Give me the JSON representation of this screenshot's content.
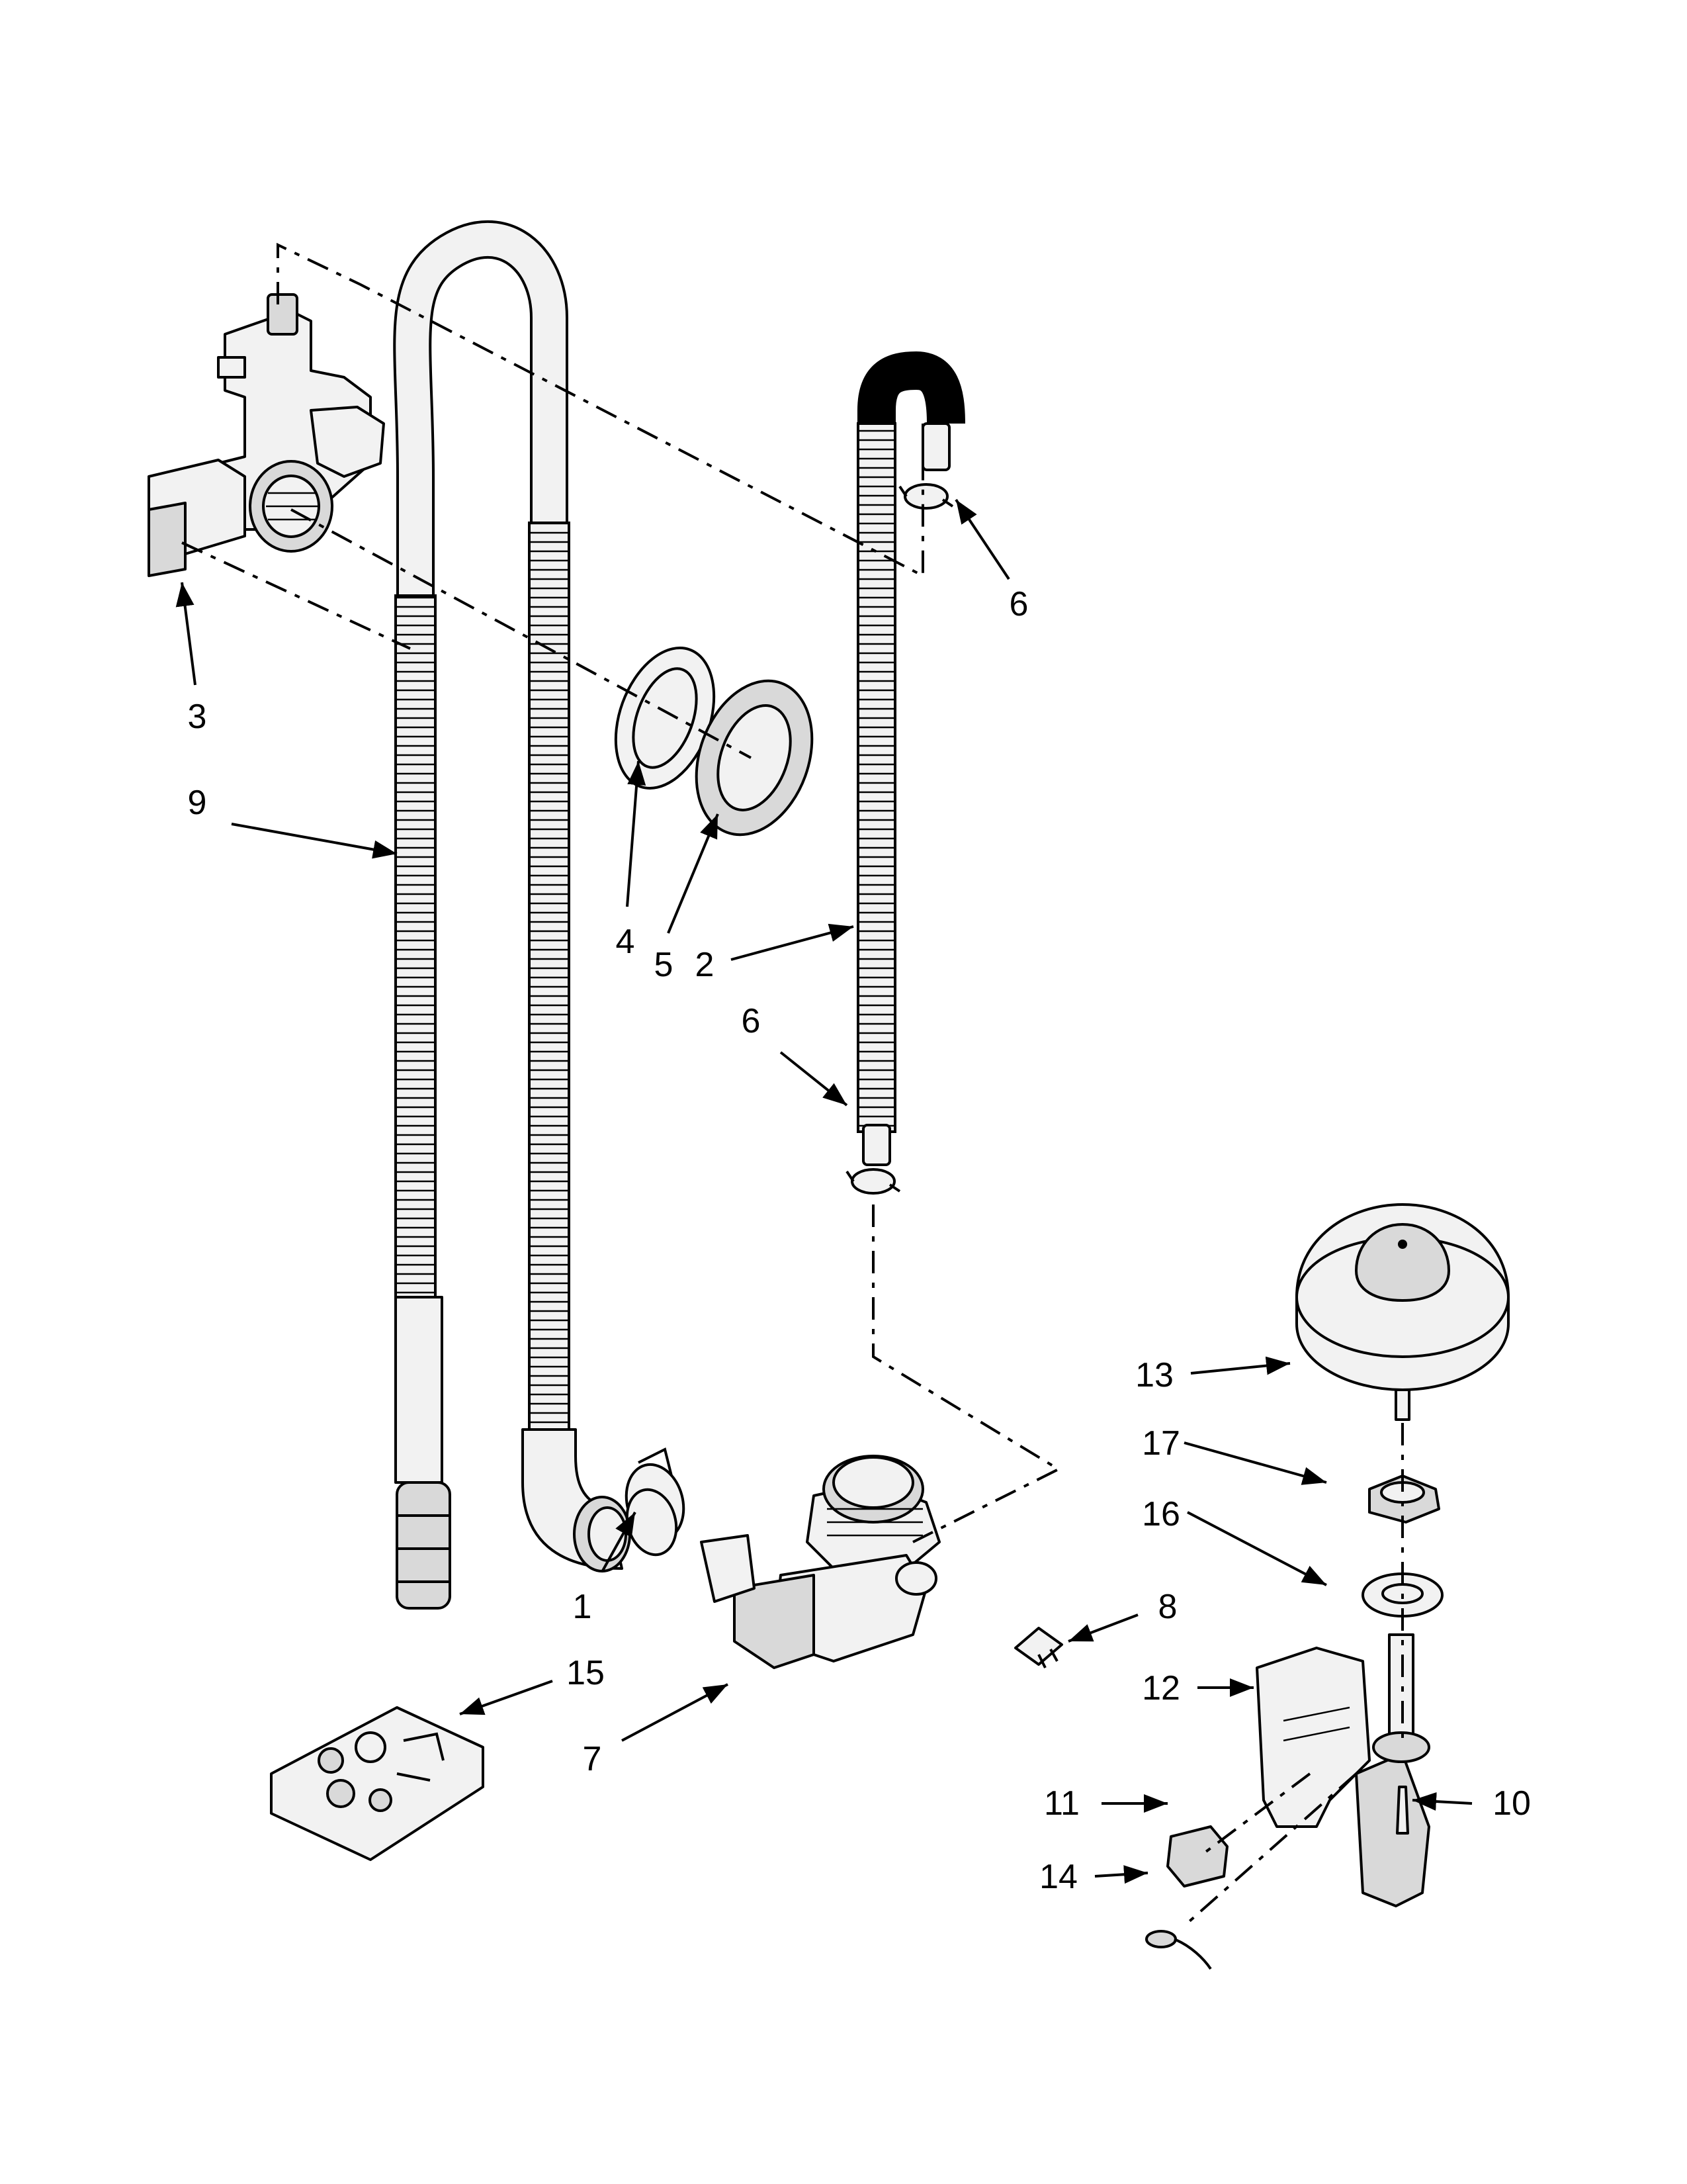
{
  "callouts": [
    {
      "id": "c1",
      "label": "1"
    },
    {
      "id": "c2",
      "label": "2"
    },
    {
      "id": "c3",
      "label": "3"
    },
    {
      "id": "c4",
      "label": "4"
    },
    {
      "id": "c5",
      "label": "5"
    },
    {
      "id": "c6a",
      "label": "6"
    },
    {
      "id": "c6b",
      "label": "6"
    },
    {
      "id": "c7",
      "label": "7"
    },
    {
      "id": "c8",
      "label": "8"
    },
    {
      "id": "c9",
      "label": "9"
    },
    {
      "id": "c10",
      "label": "10"
    },
    {
      "id": "c11",
      "label": "11"
    },
    {
      "id": "c12",
      "label": "12"
    },
    {
      "id": "c13",
      "label": "13"
    },
    {
      "id": "c14",
      "label": "14"
    },
    {
      "id": "c15",
      "label": "15"
    },
    {
      "id": "c16",
      "label": "16"
    },
    {
      "id": "c17",
      "label": "17"
    }
  ]
}
